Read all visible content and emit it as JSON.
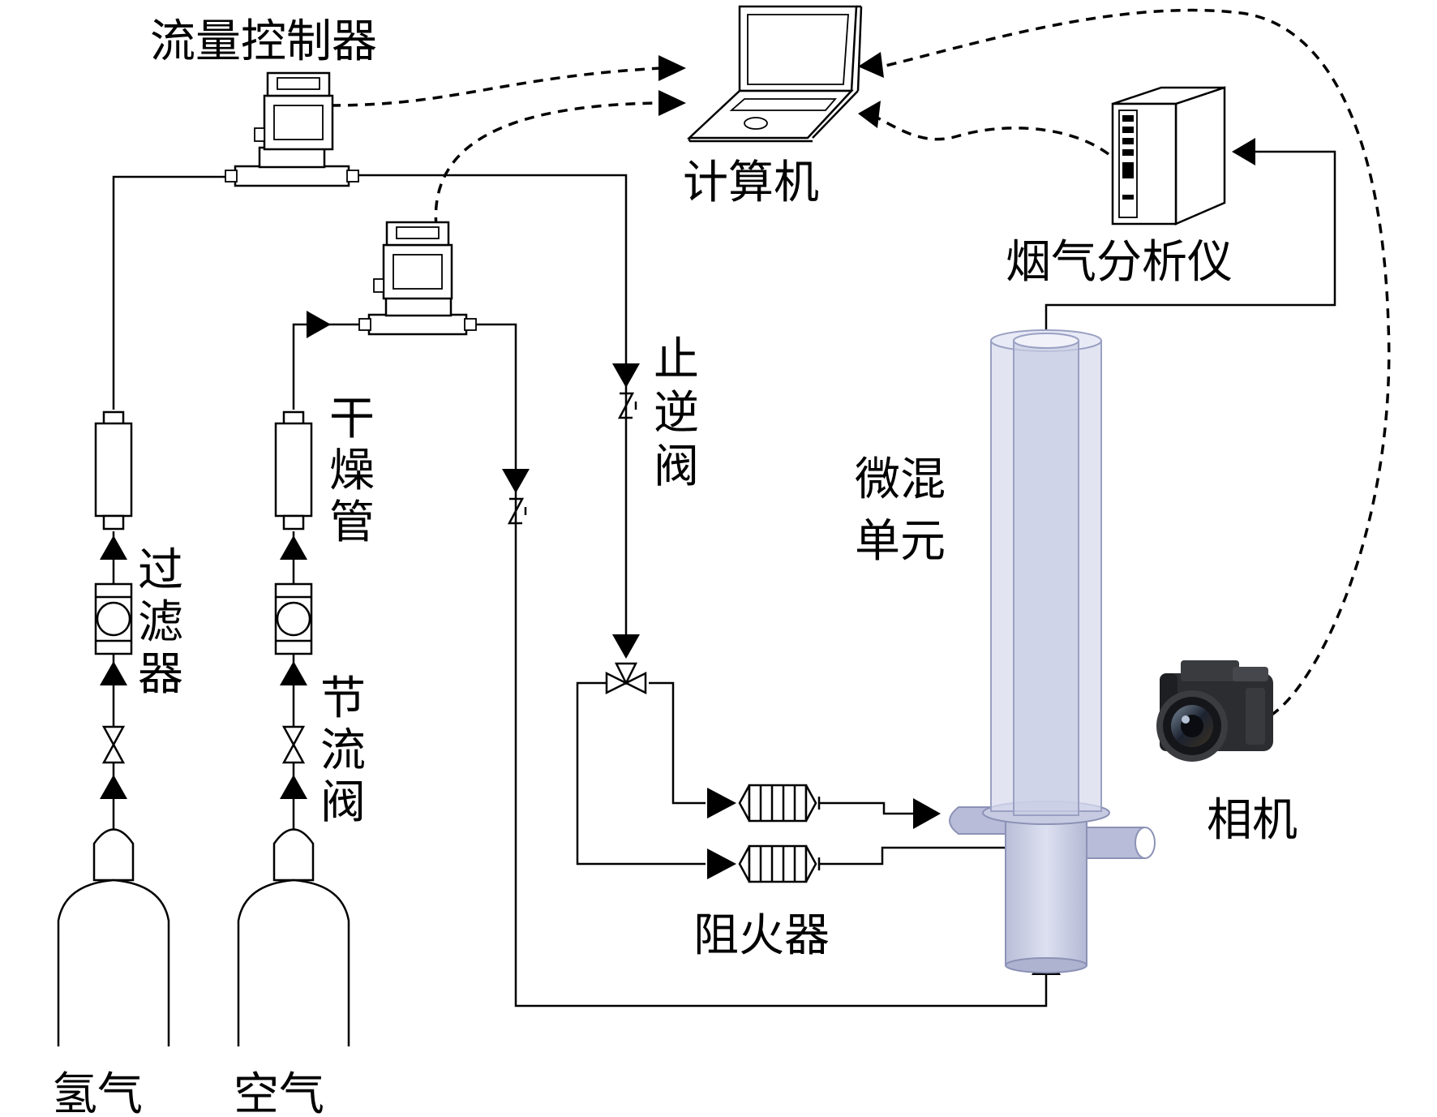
{
  "labels": {
    "flow_controller": "流量控制器",
    "computer": "计算机",
    "flue_gas_analyzer": "烟气分析仪",
    "check_valve": "止逆阀",
    "dryer_tube": "干燥管",
    "filter": "过滤器",
    "throttle_valve": "节流阀",
    "micro_mixing_unit_line1": "微混",
    "micro_mixing_unit_line2": "单元",
    "flame_arrester": "阻火器",
    "camera": "相机",
    "hydrogen": "氢气",
    "air": "空气"
  },
  "colors": {
    "line": "#000000",
    "burner_fill": "#c5c9e0",
    "burner_edge": "#9aa0c2"
  },
  "icons": {
    "computer": "laptop-icon",
    "analyzer": "tower-pc-icon",
    "camera": "dslr-camera-icon"
  }
}
